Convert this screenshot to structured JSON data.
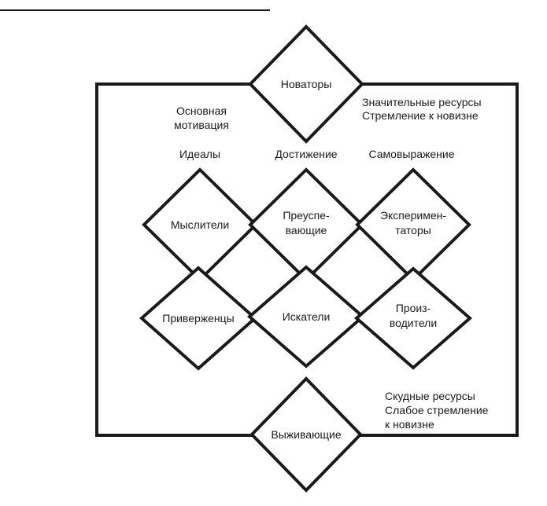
{
  "nodes": {
    "innovators": "Новаторы",
    "thinkers": "Мыслители",
    "achievers": [
      "Преуспе-",
      "вающие"
    ],
    "experiencers": [
      "Эксперимен-",
      "таторы"
    ],
    "believers": "Приверженцы",
    "strivers": "Искатели",
    "makers": [
      "Произ-",
      "водители"
    ],
    "survivors": "Выживающие"
  },
  "labels": {
    "primary_motivation": [
      "Основная",
      "мотивация"
    ],
    "ideals": "Идеалы",
    "achievement": "Достижение",
    "self_expression": "Самовыражение",
    "high_resources": [
      "Значительные ресурсы",
      "Стремление к новизне"
    ],
    "low_resources": [
      "Скудные ресурсы",
      "Слабое стремление",
      "к новизне"
    ]
  },
  "colors": {
    "line": "#1a1a1a",
    "background": "#ffffff"
  }
}
